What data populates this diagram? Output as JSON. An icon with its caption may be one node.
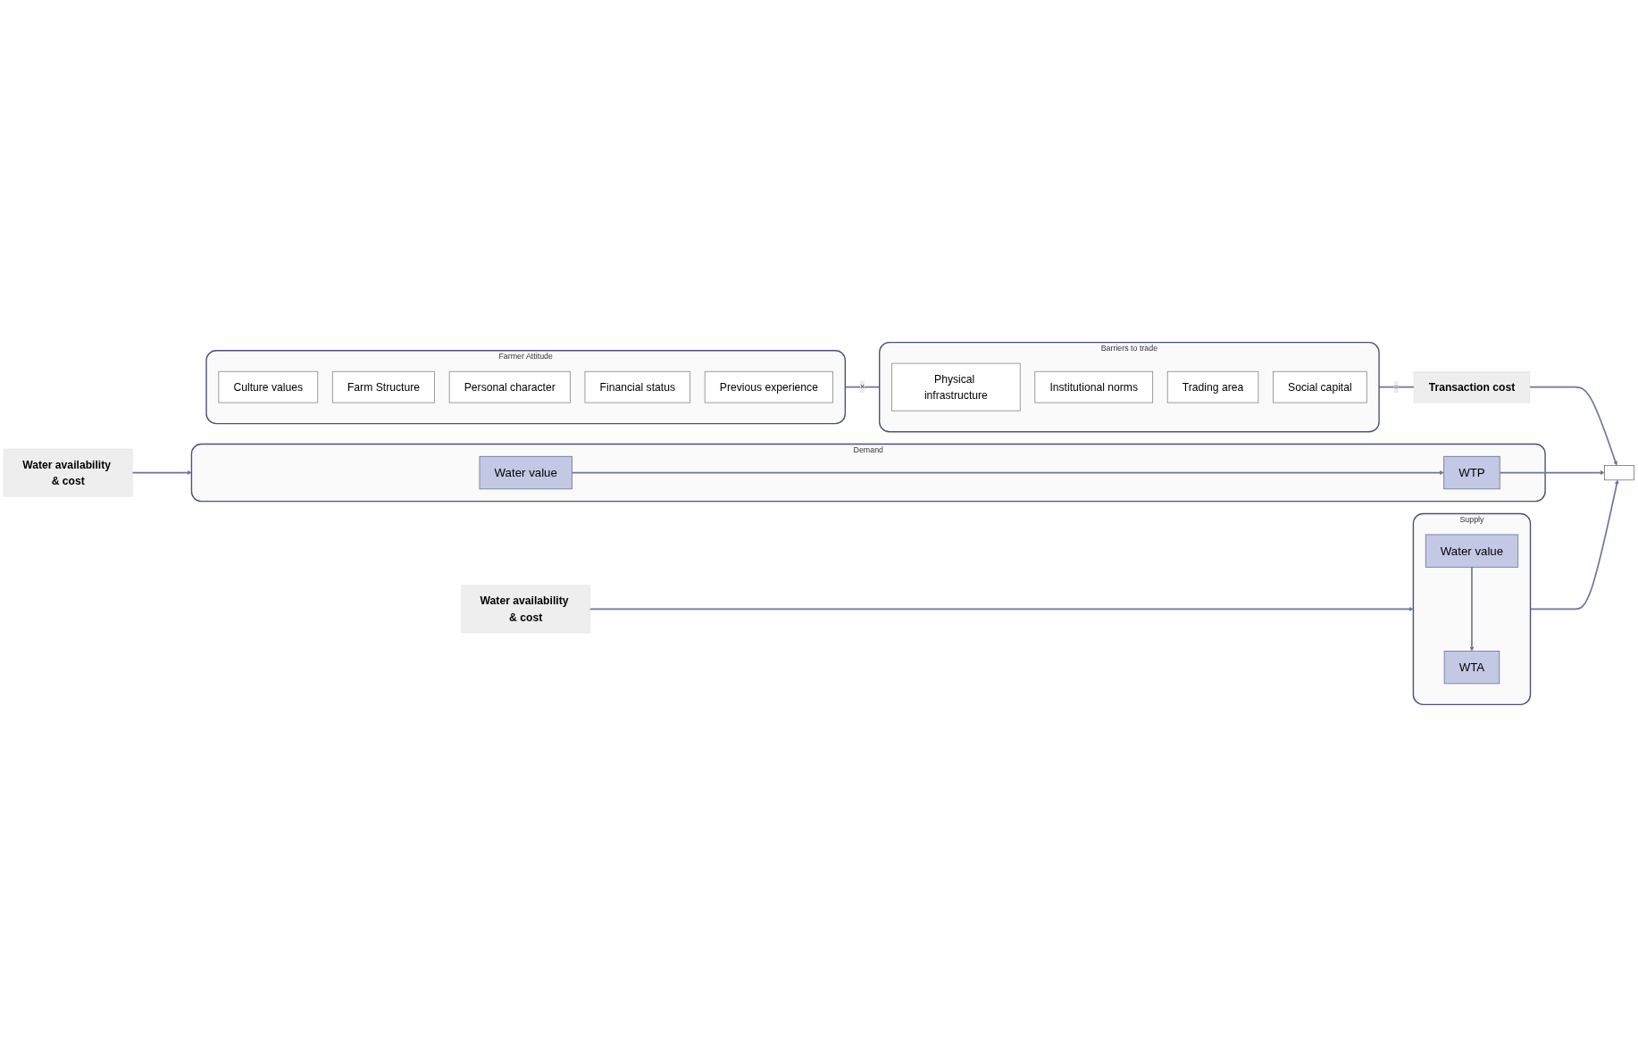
{
  "diagram": {
    "nodes": [
      {
        "text": [
          "Farmer Attitude"
        ]
      },
      {
        "text": [
          "Culture values"
        ],
        "in": 0
      },
      {
        "text": [
          "Farm Structure"
        ],
        "in": 0
      },
      {
        "text": [
          "Personal character"
        ],
        "in": 0
      },
      {
        "text": [
          "Financial status"
        ],
        "in": 0
      },
      {
        "text": [
          "Previous experience"
        ],
        "in": 0
      },
      {
        "text": [
          "Barriers to trade"
        ]
      },
      {
        "text": [
          "Physical infrastructure"
        ],
        "in": 6
      },
      {
        "text": [
          "Institutional norms"
        ],
        "in": 6
      },
      {
        "text": [
          "Trading area"
        ],
        "in": 6
      },
      {
        "text": [
          "Social capital"
        ],
        "in": 6
      },
      {
        "text": [
          "Transaction cost"
        ]
      },
      {
        "text": [
          "Demand"
        ]
      },
      {
        "text": [
          "Water value"
        ],
        "in": 12
      },
      {
        "text": [
          "WTP"
        ],
        "in": 12
      },
      {
        "text": [
          "Supply"
        ]
      },
      {
        "text": [
          "WTA"
        ],
        "in": 15
      },
      {
        "text": [
          "Water value"
        ],
        "in": 15
      },
      {
        "text": [
          "Water availability & cost"
        ]
      },
      {
        "text": [
          "Water availability & cost"
        ]
      },
      {
        "text": [],
        "shape": "box"
      }
    ],
    "edges": [
      {
        "from": 0,
        "to": 6,
        "arrow": "none",
        "label": "×"
      },
      {
        "from": 6,
        "to": 11,
        "arrow": "none",
        "label": "="
      },
      {
        "from": 11,
        "to": 20,
        "arrow": "to"
      },
      {
        "from": 13,
        "to": 14,
        "arrow": "to"
      },
      {
        "from": 14,
        "to": 20,
        "arrow": "to"
      },
      {
        "from": 17,
        "to": 16,
        "arrow": "to"
      },
      {
        "from": 15,
        "to": 20,
        "arrow": "to"
      },
      {
        "from": 18,
        "to": 12,
        "arrow": "to"
      },
      {
        "from": 19,
        "to": 15,
        "arrow": "to"
      }
    ]
  }
}
